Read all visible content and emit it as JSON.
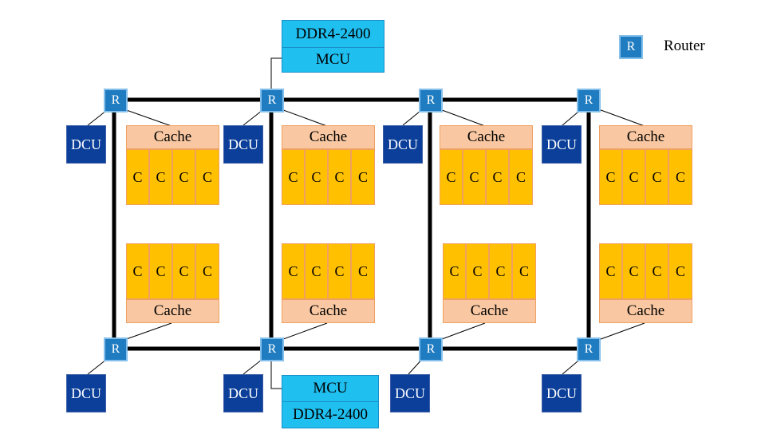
{
  "colors": {
    "router_fill": "#1f7cc0",
    "router_border": "#86c0ea",
    "dcu_fill": "#0b3f99",
    "mem_fill": "#1fbff0",
    "mem_border": "#1a8fc7",
    "cache_fill": "#f9c8a2",
    "cache_border": "#f0a060",
    "core_fill": "#ffc000",
    "core_border": "#f0a060",
    "wire": "#000000"
  },
  "legend": {
    "router_symbol": "R",
    "router_label": "Router"
  },
  "router_symbol": "R",
  "dcu_label": "DCU",
  "memory": {
    "top": {
      "ddr": "DDR4-2400",
      "mcu": "MCU"
    },
    "bottom": {
      "mcu": "MCU",
      "ddr": "DDR4-2400"
    }
  },
  "clusters": [
    {
      "cache": "Cache",
      "cores": [
        "C",
        "C",
        "C",
        "C"
      ]
    },
    {
      "cache": "Cache",
      "cores": [
        "C",
        "C",
        "C",
        "C"
      ]
    },
    {
      "cache": "Cache",
      "cores": [
        "C",
        "C",
        "C",
        "C"
      ]
    },
    {
      "cache": "Cache",
      "cores": [
        "C",
        "C",
        "C",
        "C"
      ]
    },
    {
      "cache": "Cache",
      "cores": [
        "C",
        "C",
        "C",
        "C"
      ]
    },
    {
      "cache": "Cache",
      "cores": [
        "C",
        "C",
        "C",
        "C"
      ]
    },
    {
      "cache": "Cache",
      "cores": [
        "C",
        "C",
        "C",
        "C"
      ]
    },
    {
      "cache": "Cache",
      "cores": [
        "C",
        "C",
        "C",
        "C"
      ]
    }
  ]
}
